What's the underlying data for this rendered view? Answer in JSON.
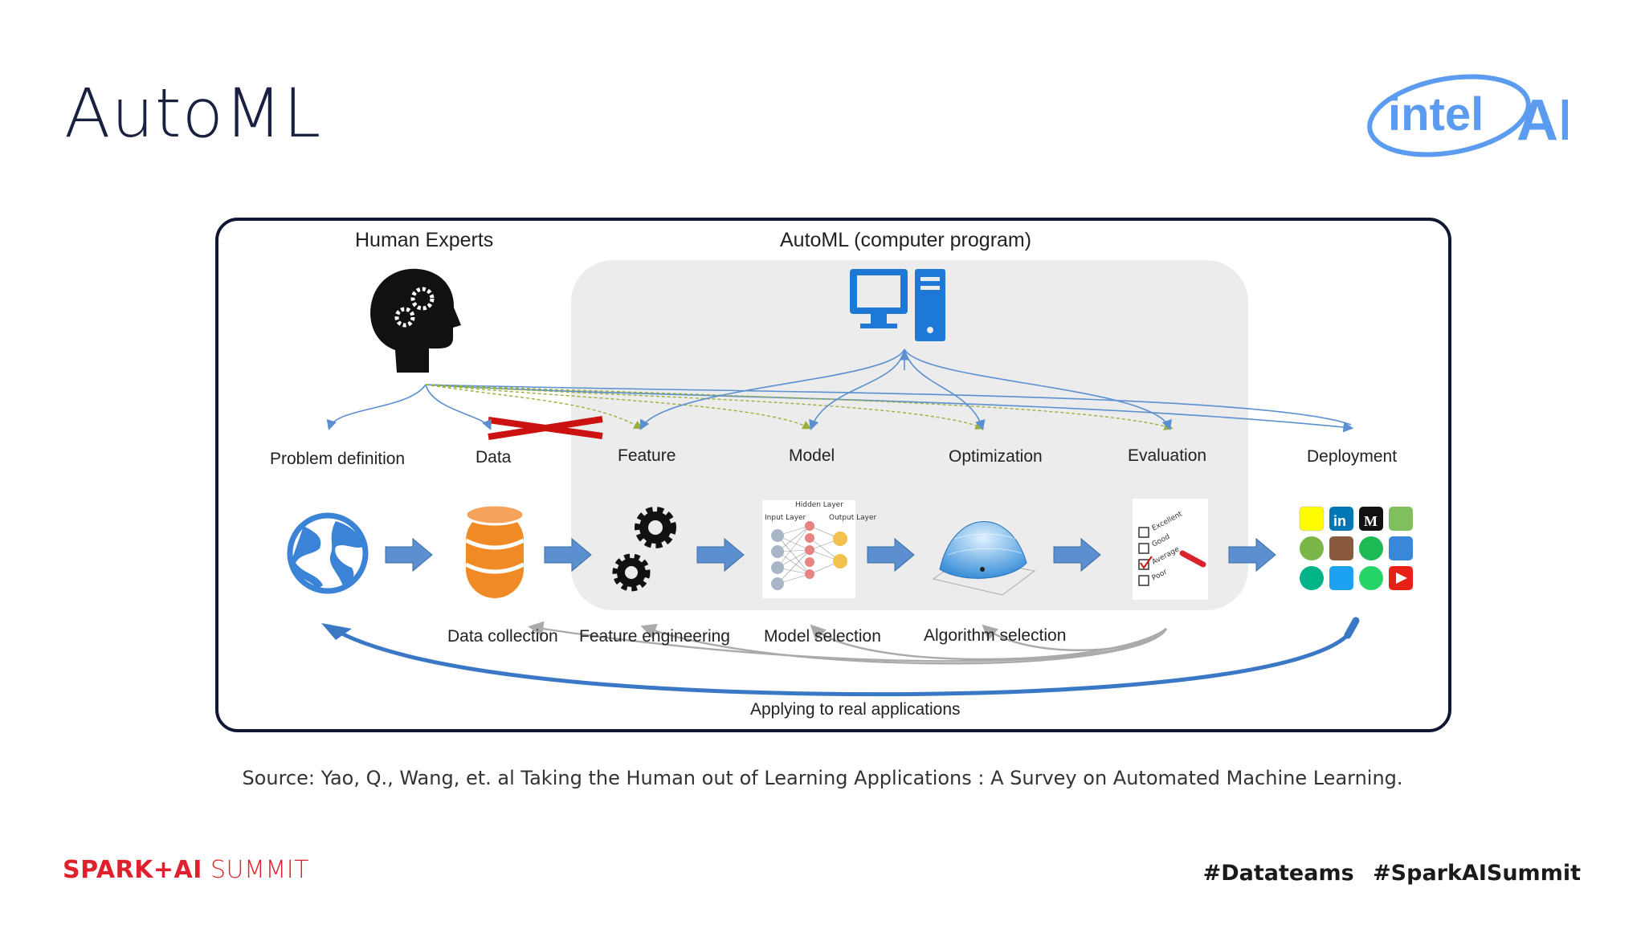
{
  "slide": {
    "title": "AutoML",
    "source": "Source: Yao, Q., Wang, et. al Taking the Human out of Learning Applications : A Survey on Automated Machine Learning.",
    "hashtags": [
      "#Datateams",
      "#SparkAISummit"
    ]
  },
  "logo": {
    "intel_text": "intel",
    "ai_text": "AI",
    "color": "#5b9bf0"
  },
  "branding": {
    "spark_ai": "SPARK+AI",
    "summit": "SUMMIT",
    "color": "#e0202c"
  },
  "diagram": {
    "human_experts": "Human Experts",
    "automl_program": "AutoML (computer program)",
    "stages": [
      "Problem definition",
      "Data",
      "Feature",
      "Model",
      "Optimization",
      "Evaluation",
      "Deployment"
    ],
    "bottom_labels": [
      "Data collection",
      "Feature engineering",
      "Model selection",
      "Algorithm selection"
    ],
    "loop_label": "Applying to real applications",
    "evaluation_items": [
      "Excellent",
      "Good",
      "Average",
      "Poor"
    ],
    "nn_layers": [
      "Input Layer",
      "Hidden Layer",
      "Output Layer"
    ],
    "icons": [
      "head-gears-icon",
      "computer-icon",
      "globe-icon",
      "database-icon",
      "gears-icon",
      "neural-network-icon",
      "surface-plot-icon",
      "checklist-icon",
      "app-icons-grid"
    ],
    "colors": {
      "arrow": "#5b8fd0",
      "dashed": "#9aaf3c",
      "cross": "#cc1111",
      "automl_bg": "#ececec",
      "orange": "#f08a24"
    }
  }
}
